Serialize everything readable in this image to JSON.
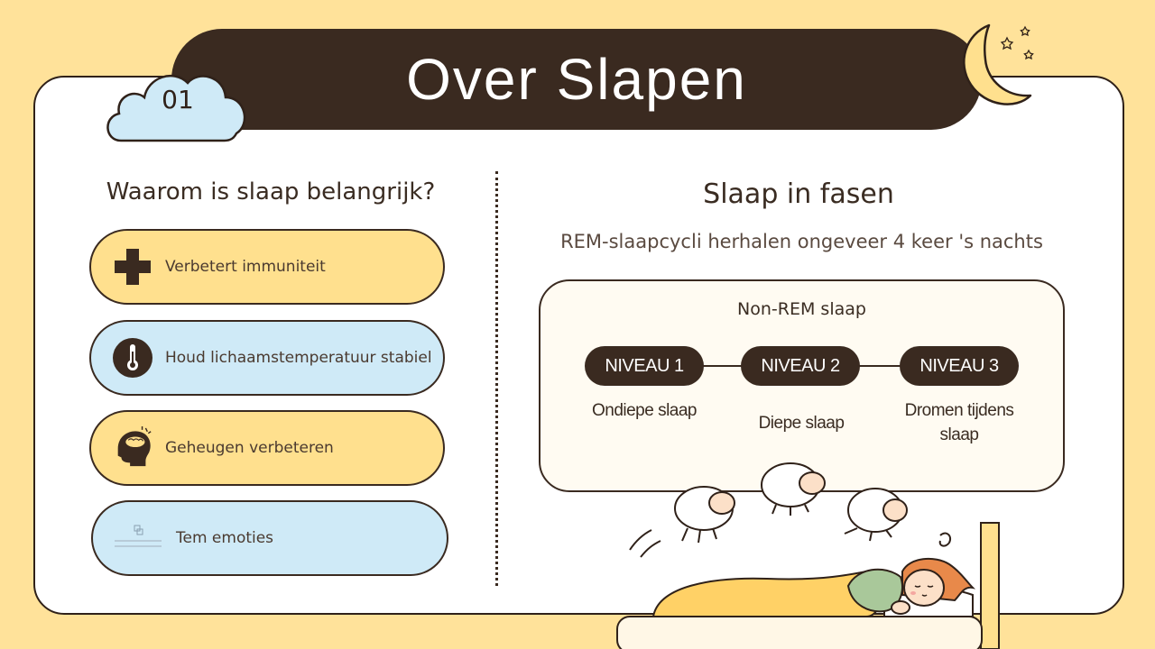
{
  "header": {
    "title": "Over Slapen",
    "section_number": "01"
  },
  "left": {
    "heading": "Waarom is slaap belangrijk?",
    "items": [
      {
        "label": "Verbetert immuniteit",
        "icon": "plus-cross-icon",
        "color": "#FFE08E"
      },
      {
        "label": "Houd lichaamstemperatuur stabiel",
        "icon": "thermometer-icon",
        "color": "#CFEAF7"
      },
      {
        "label": "Geheugen verbeteren",
        "icon": "brain-head-icon",
        "color": "#FFE08E"
      },
      {
        "label": "Tem emoties",
        "icon": "emotion-logo-icon",
        "color": "#CFEAF7"
      }
    ]
  },
  "right": {
    "heading": "Slaap in fasen",
    "subtitle": "REM-slaapcycli herhalen ongeveer 4 keer 's nachts",
    "phase_label": "Non-REM slaap",
    "levels": [
      {
        "name": "NIVEAU 1",
        "description": "Ondiepe slaap"
      },
      {
        "name": "NIVEAU 2",
        "description": "Diepe slaap"
      },
      {
        "name": "NIVEAU 3",
        "description": "Dromen tijdens slaap"
      }
    ]
  },
  "colors": {
    "background": "#FFE29A",
    "dark": "#3a2a20",
    "yellow_pill": "#FFE08E",
    "blue_pill": "#CFEAF7"
  }
}
